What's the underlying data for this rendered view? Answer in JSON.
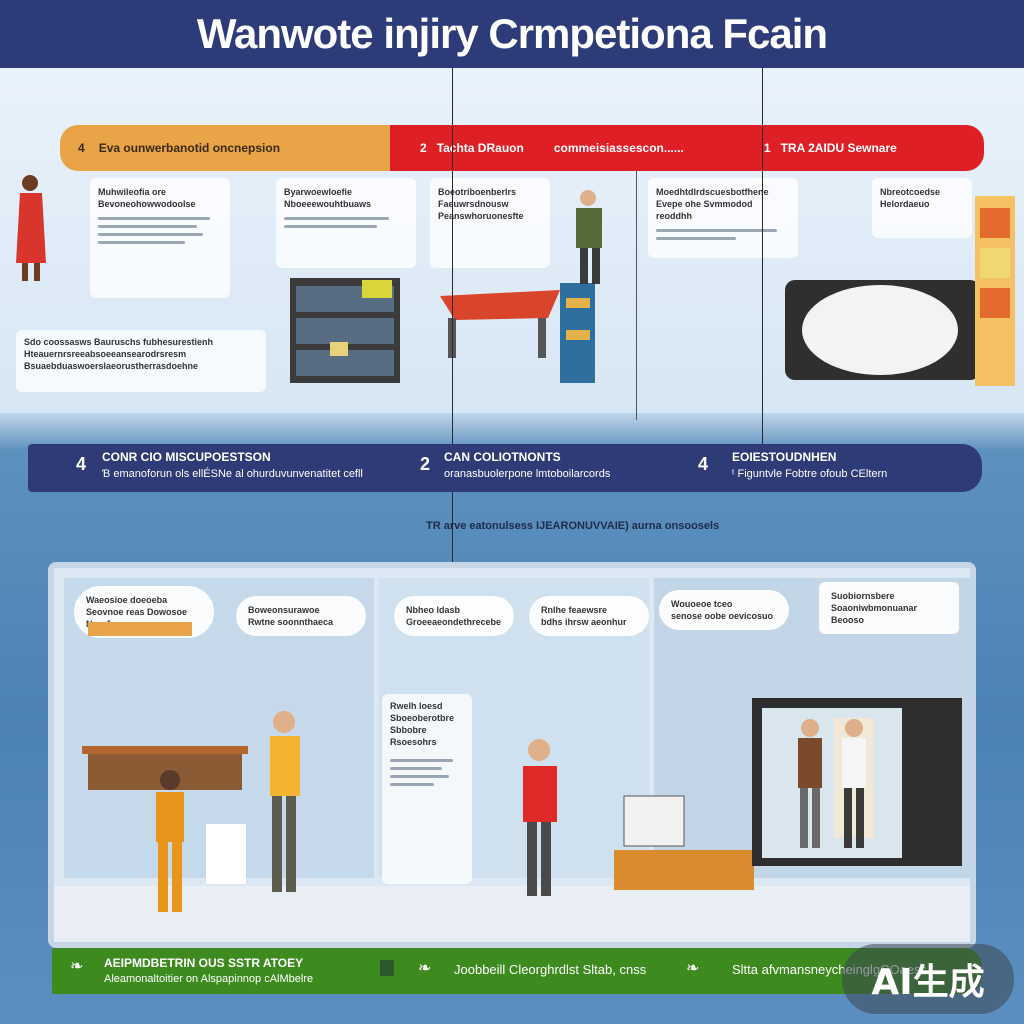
{
  "header": {
    "title": "Wanwote injiry Crmpetiona Fcain"
  },
  "top_band": {
    "orange_num": "4",
    "orange_text": "Eva ounwerbanotid oncnepsion",
    "red_num": "2",
    "red_label": "Tachta DRauon",
    "red_text": "commeisiassescon......",
    "right_num": "1",
    "right_label": "TRA 2AIDU Sewnare"
  },
  "top_cards": [
    {
      "heading": "Muhwileofia ore\nBevoneohowwodoolse"
    },
    {
      "heading": "Byarwoewloefie\nNboeeewouhtbuaws"
    },
    {
      "heading": "Boeotriboenberlrs\nFaeuwrsdnousw\nPeanswhoruonesfte"
    },
    {
      "heading": "Moedhtdlrdscuesbotfhene\nEvepe ohe Svmmodod reoddhh"
    },
    {
      "heading": "Nbreotcoedse\nHelordaeuo"
    }
  ],
  "top_footnote": "Sdo coossasws Bauruschs fubhesurestienh\nHteauernrsreeabsoeeansearodrsresm\nBsuaebduaswoerslaeorustherrasdoehne",
  "mid_band": {
    "item1_num": "4",
    "item1_title": "CONR CIO MISCUPOESTSON",
    "item1_text": "Ɓ emanoforun ols ellÉSNe al ohurduvunvenatitet cefll",
    "item2_num": "2",
    "item2_title": "CAN COLIOTNONTS",
    "item2_text": "oranasbuolerpone lmtoboilarcords",
    "item3_num": "4",
    "item3_title": "EOIESTOUDNHEN",
    "item3_text": "ᵗ Figuntvle Fobtre ofoub CEltern"
  },
  "strip_text": "TR arve eatonulsess IJEARONUVVAIE) aurna onsoosels",
  "bottom_bubbles": [
    {
      "text": "Waeosioe doeoeba\nSeovnoe reas Dowosoe\nNao Jwoesnsorer"
    },
    {
      "text": "Boweonsurawoe\nRwtne soonnthaeca"
    },
    {
      "text": "Nbheo ldasb\nGroeeaeondethrecebe"
    },
    {
      "text": "Rnlhe feaewsre\nbdhs ihrsw aeonhur"
    },
    {
      "text": "Wouoeoe tceo\nsenose oobe oevicosuo"
    },
    {
      "text": "Suobiornsbere\nSoaoniwbmonuanar\nBeooso"
    }
  ],
  "bottom_mid_note": "Rwelh loesd\nSboeoberotbre Sbbobre\nRsoesohrs",
  "green_band": {
    "item1_title": "AEIPMDBETRIN OUS SSTR ATOEY",
    "item1_text": "Aleamonaltoitier on Alspapinnop cAlMbelre",
    "item2_text": "Joobbeill Cleorghrdlst Sltab, cnss",
    "item3_text": "Sltta afvmansneycheinglgCOaess"
  },
  "badge": {
    "label": "AI生成"
  },
  "colors": {
    "navy": "#2d3b78",
    "orange": "#e8a447",
    "red": "#de1f26",
    "green": "#3d8a1f"
  }
}
